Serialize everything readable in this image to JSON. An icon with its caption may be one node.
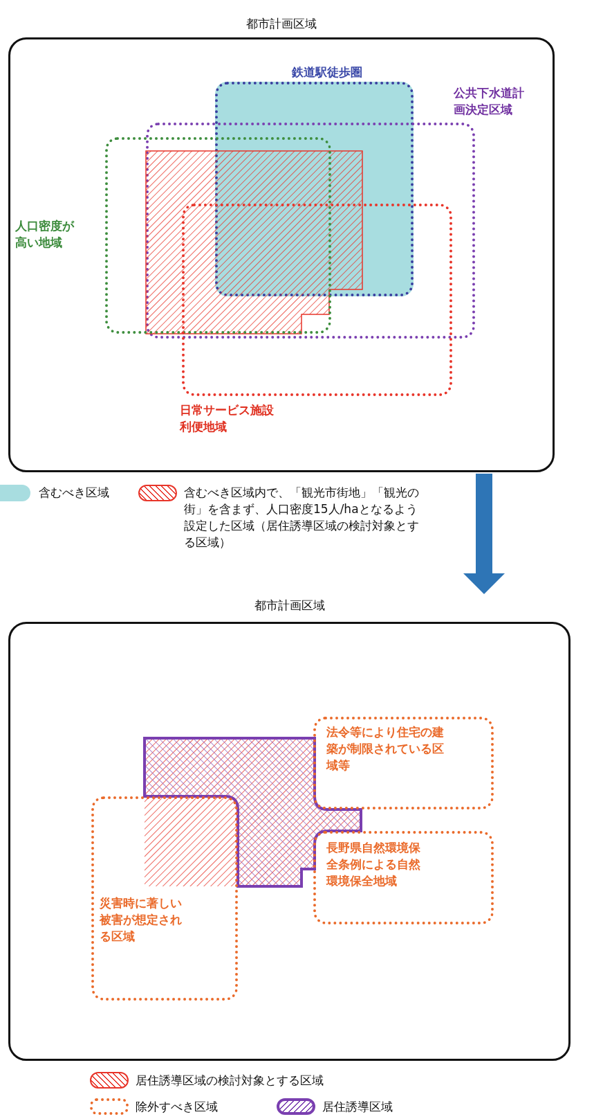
{
  "diagram": {
    "nodes": [
      {
        "text": [
          "都市計画区域"
        ]
      },
      {
        "text": [
          "鉄道駅徒歩圏"
        ],
        "in": 0
      },
      {
        "text": [
          "公共下水道計画決定区域"
        ],
        "in": 0
      },
      {
        "text": [
          "人口密度が高い地域"
        ],
        "in": 0
      },
      {
        "text": [
          "日常サービス施設利便地域"
        ],
        "in": 0
      },
      {
        "text": [],
        "shape": "area",
        "in": 2
      },
      {
        "text": [
          "都市計画区域"
        ]
      },
      {
        "text": [],
        "shape": "area",
        "in": 6
      },
      {
        "text": [
          "法令等により住宅の建築が制限されている区域等"
        ],
        "in": 6
      },
      {
        "text": [
          "長野県自然環境保全条例による自然環境保全地域"
        ],
        "in": 6
      },
      {
        "text": [
          "災害時に著しい被害が想定される区域"
        ],
        "in": 6
      },
      {
        "text": [],
        "shape": "area",
        "in": 10
      }
    ],
    "edges": [
      {
        "from": 0,
        "to": 6,
        "arrow": "to"
      }
    ],
    "legend": [
      {
        "text": "含むべき区域",
        "color": "#a8dde0"
      },
      {
        "text": "含むべき区域内で、「観光市街地」「観光の街」を含まず、人口密度15人/haとなるよう設定した区域（居住誘導区域の検討対象とする区域）"
      },
      {
        "text": "居住誘導区域の検討対象とする区域"
      },
      {
        "text": "除外すべき区域"
      },
      {
        "text": "居住誘導区域"
      }
    ]
  }
}
